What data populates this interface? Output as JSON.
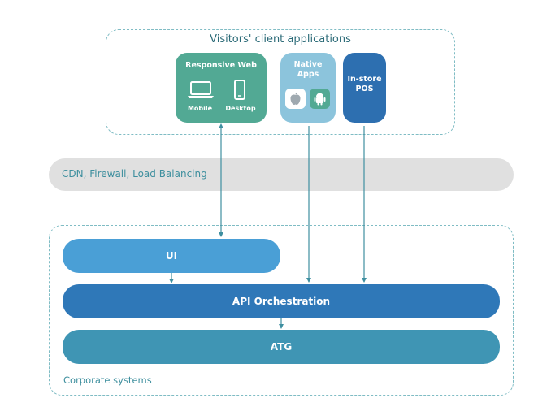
{
  "client_apps": {
    "title": "Visitors' client applications",
    "responsive_web": {
      "label": "Responsive Web",
      "mobile": "Mobile",
      "desktop": "Desktop"
    },
    "native_apps": {
      "label": "Native\nApps"
    },
    "instore_pos": {
      "label": "In-store\nPOS"
    }
  },
  "cdn": {
    "label": "CDN, Firewall, Load Balancing"
  },
  "corporate": {
    "label": "Corporate systems",
    "ui": "UI",
    "api": "API Orchestration",
    "atg": "ATG"
  },
  "colors": {
    "dash": "#7fbcc4",
    "responsive_web": "#52a994",
    "native_apps": "#8cc4dc",
    "instore_pos": "#2d6fb0",
    "cdn": "#e0e0e0",
    "ui": "#4a9fd6",
    "api": "#2f78b8",
    "atg": "#3f95b4",
    "arrow": "#3f8fa0"
  }
}
